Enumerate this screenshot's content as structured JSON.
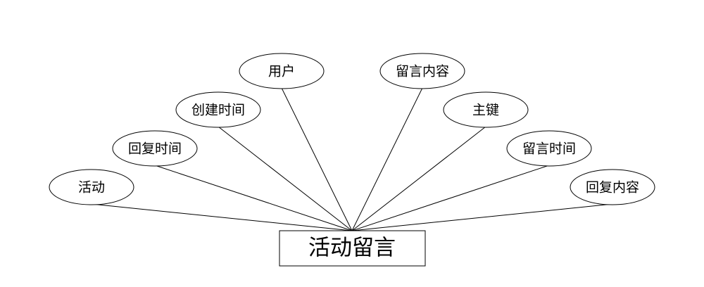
{
  "entity": {
    "name": "活动留言"
  },
  "attributes": [
    {
      "id": "activity",
      "label": "活动"
    },
    {
      "id": "reply-time",
      "label": "回复时间"
    },
    {
      "id": "create-time",
      "label": "创建时间"
    },
    {
      "id": "user",
      "label": "用户"
    },
    {
      "id": "message-content",
      "label": "留言内容"
    },
    {
      "id": "primary-key",
      "label": "主键"
    },
    {
      "id": "message-time",
      "label": "留言时间"
    },
    {
      "id": "reply-content",
      "label": "回复内容"
    }
  ]
}
